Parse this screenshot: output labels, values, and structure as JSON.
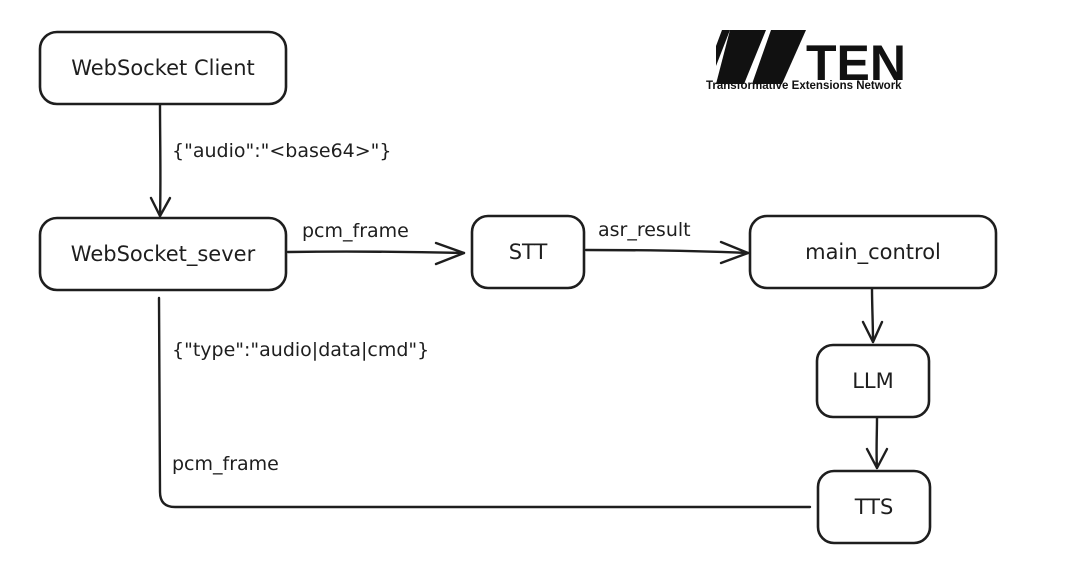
{
  "logo": {
    "wordmark": "TEN",
    "tagline": "Transformative Extensions Network"
  },
  "nodes": {
    "websocket_client": "WebSocket Client",
    "websocket_server": "WebSocket_sever",
    "stt": "STT",
    "main_control": "main_control",
    "llm": "LLM",
    "tts": "TTS"
  },
  "edges": {
    "client_to_server": "{\"audio\":\"<base64>\"}",
    "server_to_stt": "pcm_frame",
    "stt_to_main": "asr_result",
    "type_note": "{\"type\":\"audio|data|cmd\"}",
    "tts_to_server": "pcm_frame"
  }
}
